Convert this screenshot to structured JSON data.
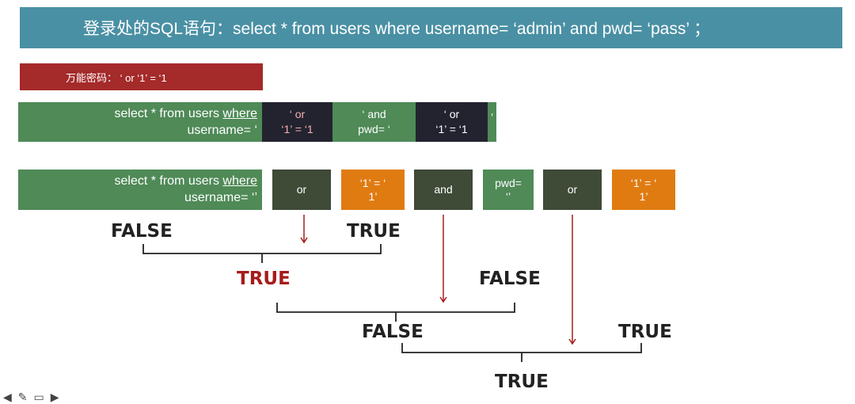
{
  "title": "登录处的SQL语句：select * from users where username=  ‘admin’   and pwd=  ‘pass’ ；",
  "master_password": "万能密码：  ‘ or  ‘1’  =  ‘1",
  "row1": {
    "select_line1": "select * from users ",
    "select_where": "where",
    "select_line2": "username=   ‘",
    "cell_or_1": "‘ or",
    "cell_or_2": "‘1’  =  ‘1",
    "cell_and_1": "‘  and",
    "cell_and_2": "pwd=  ‘",
    "cell_or2_1": "‘ or",
    "cell_or2_2": "‘1’  =  ‘1",
    "trail": "’"
  },
  "row2": {
    "select_line1": "select * from users ",
    "select_where": "where",
    "select_line2": "username=  ‘’",
    "tok_or": "or",
    "tok_eq1_1": "‘1’  =  ‘",
    "tok_eq1_2": "1’",
    "tok_and": "and",
    "tok_pwd_1": "pwd=",
    "tok_pwd_2": "‘’",
    "tok_or2": "or",
    "tok_eq2_1": "‘1’  =  ‘",
    "tok_eq2_2": "1’"
  },
  "labels": {
    "false1": "FALSE",
    "true1": "TRUE",
    "true_red": "TRUE",
    "false2": "FALSE",
    "false3": "FALSE",
    "true2": "TRUE",
    "true_final": "TRUE"
  },
  "colors": {
    "title_bg": "#4a90a4",
    "red_bar": "#a52a2a",
    "green": "#4f8a57",
    "dark": "#232330",
    "olive": "#3f4a37",
    "orange": "#e07b12",
    "arrow": "#a51c1c"
  }
}
